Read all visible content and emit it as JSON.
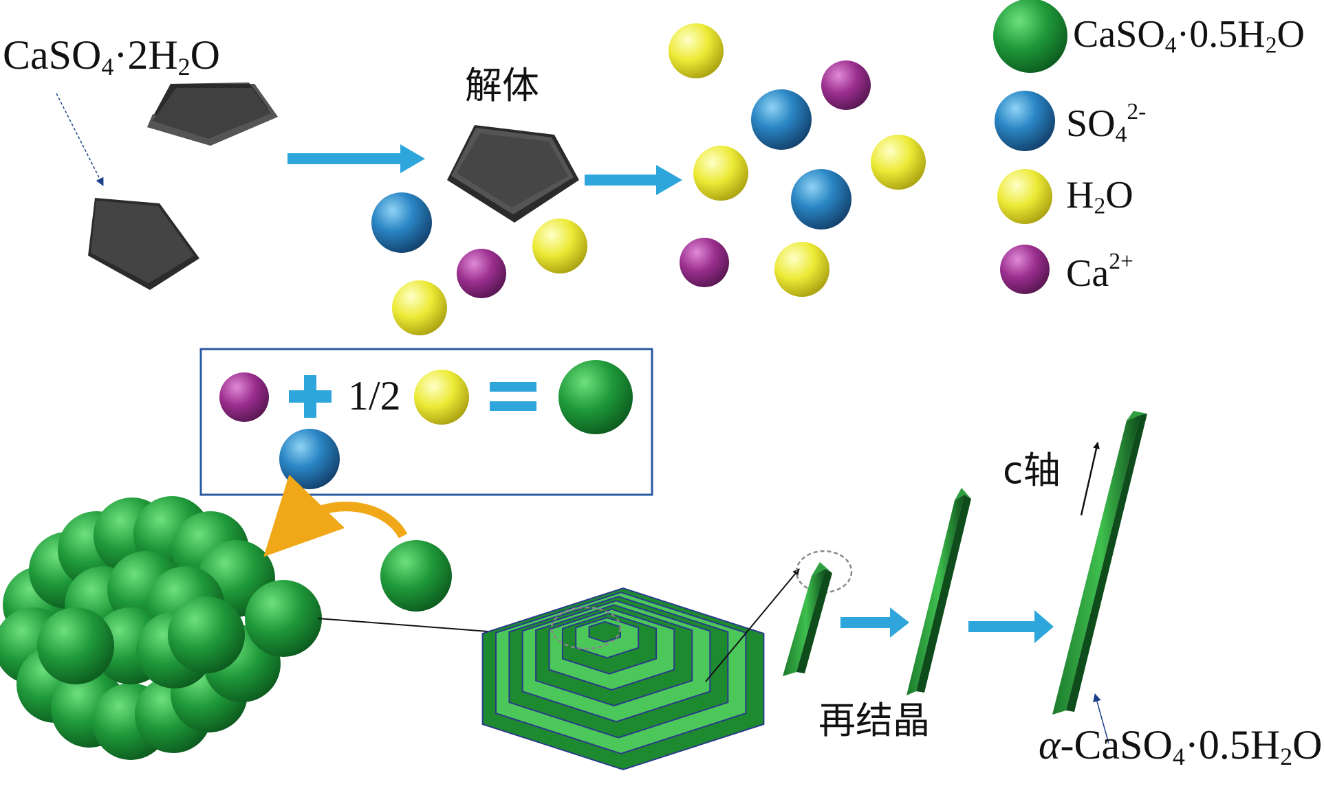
{
  "labels": {
    "dihydrate": {
      "base": "CaSO",
      "sub1": "4",
      "mid": "·2H",
      "sub2": "2",
      "end": "O"
    },
    "disintegration": "解体",
    "recrystallization": "再结晶",
    "c_axis": "c轴",
    "alpha_product": {
      "greek": "α",
      "base": "-CaSO",
      "sub1": "4",
      "mid": "·0.5H",
      "sub2": "2",
      "end": "O"
    },
    "equation_half": "1/2"
  },
  "legend": {
    "hemihydrate": {
      "base": "CaSO",
      "sub1": "4",
      "mid": "·0.5H",
      "sub2": "2",
      "end": "O"
    },
    "sulfate": {
      "base": "SO",
      "sub": "4",
      "sup": "2-"
    },
    "water": {
      "base": "H",
      "sub": "2",
      "end": "O"
    },
    "calcium": {
      "base": "Ca",
      "sup": "2+"
    }
  },
  "colors": {
    "sulfate": "#1f6fa8",
    "water": "#e8e02a",
    "calcium": "#8e2a82",
    "hemihydrate": "#1f9a3a",
    "arrow": "#2ea6dc",
    "crystal": "#3a3a3a",
    "box_border": "#2a5aa0",
    "orange_arrow": "#f0a818"
  }
}
